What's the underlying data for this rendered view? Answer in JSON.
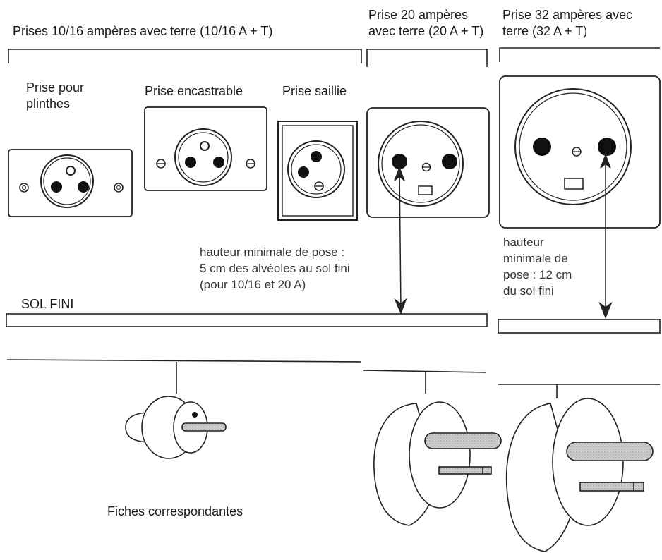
{
  "group_10_16": {
    "label": "Prises 10/16 ampères avec terre (10/16 A + T)"
  },
  "group_20": {
    "label": "Prise 20 ampères\navec terre (20 A + T)"
  },
  "group_32": {
    "label": "Prise 32 ampères avec\nterre (32 A + T)"
  },
  "socket_labels": {
    "plinthes": "Prise pour\nplinthes",
    "encastrable": "Prise encastrable",
    "saillie": "Prise saillie"
  },
  "notes": {
    "height_20": "hauteur minimale de pose :\n5 cm des alvéoles au sol fini\n(pour 10/16 et 20 A)",
    "height_32": "hauteur\nminimale de\npose : 12 cm\ndu sol fini"
  },
  "floor_label": "SOL FINI",
  "plugs_caption": "Fiches correspondantes"
}
